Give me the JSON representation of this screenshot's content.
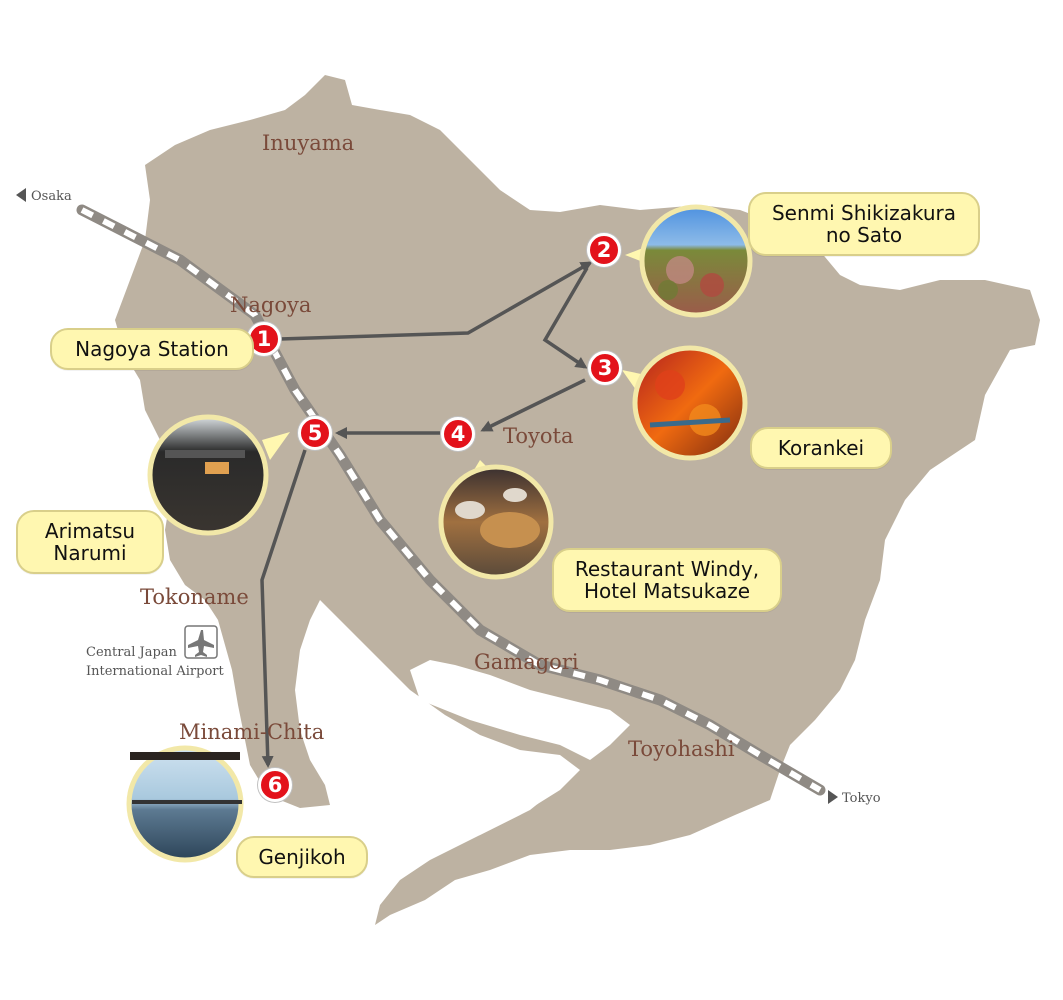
{
  "map": {
    "cities": {
      "inuyama": "Inuyama",
      "nagoya": "Nagoya",
      "toyota": "Toyota",
      "tokoname": "Tokoname",
      "gamagori": "Gamagori",
      "minami_chita": "Minami-Chita",
      "toyohashi": "Toyohashi"
    },
    "rail": {
      "osaka": "Osaka",
      "tokyo": "Tokyo"
    },
    "airport": {
      "line1": "Central Japan",
      "line2": "International Airport"
    },
    "stops": [
      {
        "number": "1",
        "name": "Nagoya Station"
      },
      {
        "number": "2",
        "name_line1": "Senmi Shikizakura",
        "name_line2": "no Sato"
      },
      {
        "number": "3",
        "name": "Korankei"
      },
      {
        "number": "4",
        "name_line1": "Restaurant Windy,",
        "name_line2": "Hotel Matsukaze"
      },
      {
        "number": "5",
        "name_line1": "Arimatsu",
        "name_line2": "Narumi"
      },
      {
        "number": "6",
        "name": "Genjikoh"
      }
    ],
    "colors": {
      "land": "#bdb2a2",
      "marker": "#e3121b",
      "label_bg": "#fff7b0",
      "route": "#555555"
    }
  }
}
